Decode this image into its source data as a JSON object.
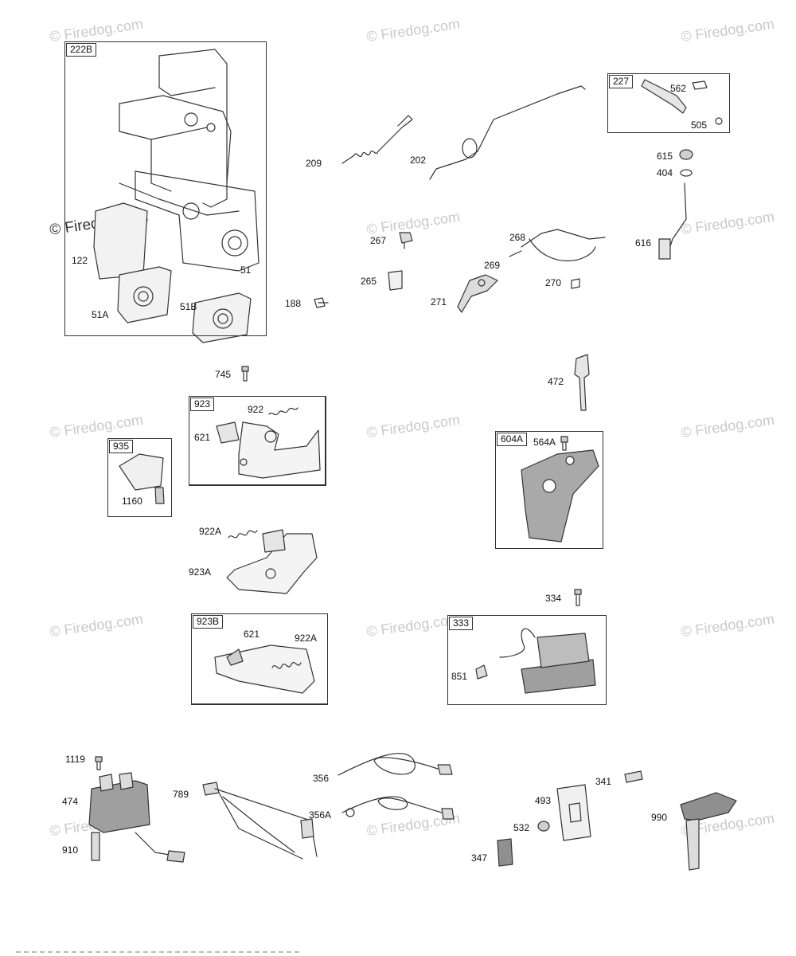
{
  "watermarks": {
    "text": "© Firedog.com",
    "strong_text": "© Firedog.com"
  },
  "boxes": {
    "b222B": "222B",
    "b227": "227",
    "b923": "923",
    "b935": "935",
    "b604A": "604A",
    "b923B": "923B",
    "b333": "333"
  },
  "callouts": {
    "c122": "122",
    "c51": "51",
    "c51A": "51A",
    "c51B": "51B",
    "c209": "209",
    "c202": "202",
    "c562": "562",
    "c505": "505",
    "c615": "615",
    "c404": "404",
    "c616": "616",
    "c267": "267",
    "c265": "265",
    "c188": "188",
    "c268": "268",
    "c269": "269",
    "c270": "270",
    "c271": "271",
    "c745": "745",
    "c922": "922",
    "c621a": "621",
    "c1160": "1160",
    "c922A_top": "922A",
    "c923A": "923A",
    "c621b": "621",
    "c922A_box": "922A",
    "c472": "472",
    "c564A": "564A",
    "c334": "334",
    "c851": "851",
    "c1119": "1119",
    "c474": "474",
    "c910": "910",
    "c789": "789",
    "c356": "356",
    "c356A": "356A",
    "c341": "341",
    "c493": "493",
    "c532": "532",
    "c347": "347",
    "c990": "990"
  },
  "colors": {
    "line": "#333333",
    "fill_light": "#dcdcdc",
    "fill_mid": "#a9a9a9",
    "watermark": "#c9c9c9"
  }
}
